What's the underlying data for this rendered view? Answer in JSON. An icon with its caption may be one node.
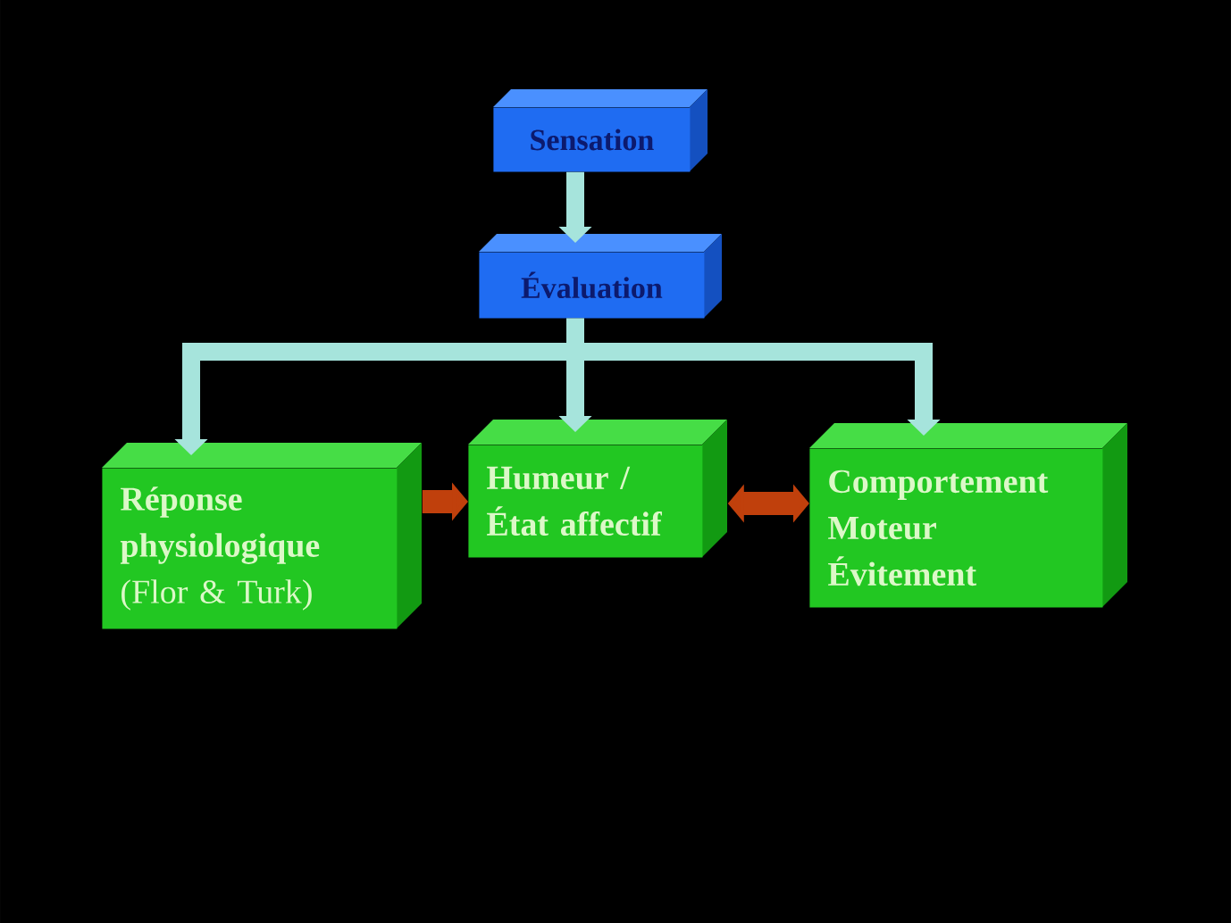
{
  "diagram": {
    "nodes": [
      {
        "text": [
          "Sensation"
        ]
      },
      {
        "text": [
          "Évaluation"
        ]
      },
      {
        "text": [
          "Réponse physiologique",
          "(Flor & Turk)"
        ]
      },
      {
        "text": [
          "Humeur / État affectif"
        ]
      },
      {
        "text": [
          "Comportement",
          "Moteur",
          "Évitement"
        ]
      }
    ],
    "edges": [
      {
        "from": 0,
        "to": 1,
        "arrow": "to"
      },
      {
        "from": 1,
        "to": 2,
        "arrow": "to"
      },
      {
        "from": 1,
        "to": 3,
        "arrow": "to"
      },
      {
        "from": 1,
        "to": 4,
        "arrow": "to"
      },
      {
        "from": 2,
        "to": 3,
        "arrow": "to",
        "color": "#c0400c"
      },
      {
        "from": 3,
        "to": 4,
        "arrow": "both",
        "color": "#c0400c"
      }
    ]
  }
}
